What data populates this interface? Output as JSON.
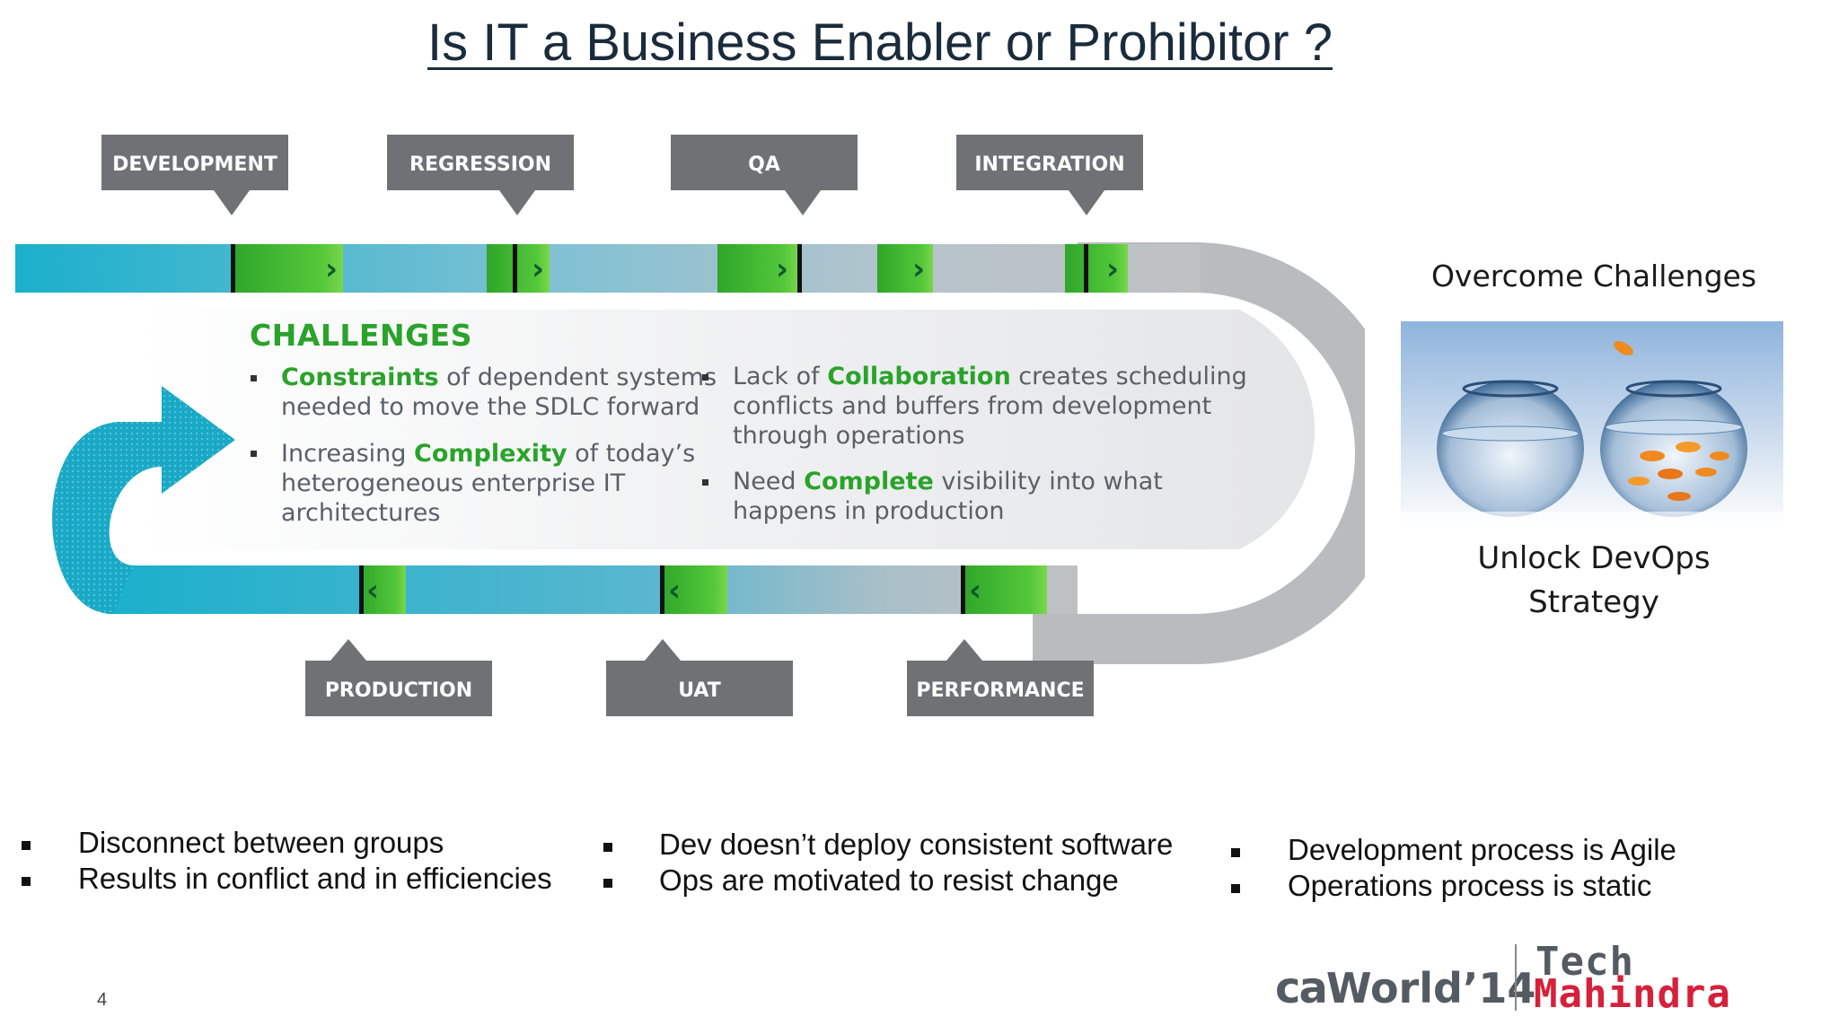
{
  "title": "Is IT a Business Enabler or Prohibitor ?",
  "stages_top": [
    "DEVELOPMENT",
    "REGRESSION",
    "QA",
    "INTEGRATION"
  ],
  "stages_bottom": [
    "PRODUCTION",
    "UAT",
    "PERFORMANCE"
  ],
  "challenges": {
    "heading": "CHALLENGES",
    "left": [
      {
        "highlight": "Constraints",
        "rest": " of dependent systems",
        "line2": "needed to move the SDLC forward"
      },
      {
        "pre": "Increasing ",
        "highlight": "Complexity",
        "rest": " of today’s",
        "line2": "heterogeneous enterprise IT",
        "line3": "architectures"
      }
    ],
    "right": [
      {
        "pre": "Lack of ",
        "highlight": "Collaboration",
        "rest": " creates scheduling",
        "line2": "conflicts and buffers from development",
        "line3": "through operations"
      },
      {
        "pre": "Need ",
        "highlight": "Complete",
        "rest": " visibility into what",
        "line2": "happens in production"
      }
    ]
  },
  "side": {
    "heading": "Overcome Challenges",
    "caption_line1": "Unlock DevOps",
    "caption_line2": "Strategy"
  },
  "bottom_bullets": [
    [
      "Disconnect between groups",
      "Results in conflict and in efficiencies"
    ],
    [
      "Dev doesn’t deploy consistent software",
      "Ops are motivated to resist change"
    ],
    [
      "Development process is Agile",
      "Operations process is static"
    ]
  ],
  "footer": {
    "page_number": "4",
    "ca_logo": "ca",
    "ca_world": "World",
    "ca_year": "’14",
    "tm_tech": "Tech",
    "tm_mahindra": "Mahindra"
  },
  "colors": {
    "tag_gray": "#6f7275",
    "pipe_teal": "#1ab0cc",
    "pipe_gray": "#b9bcbf",
    "segment_green": "#3cb92d",
    "highlight_green": "#2aa32a",
    "brand_red": "#d7203a"
  }
}
